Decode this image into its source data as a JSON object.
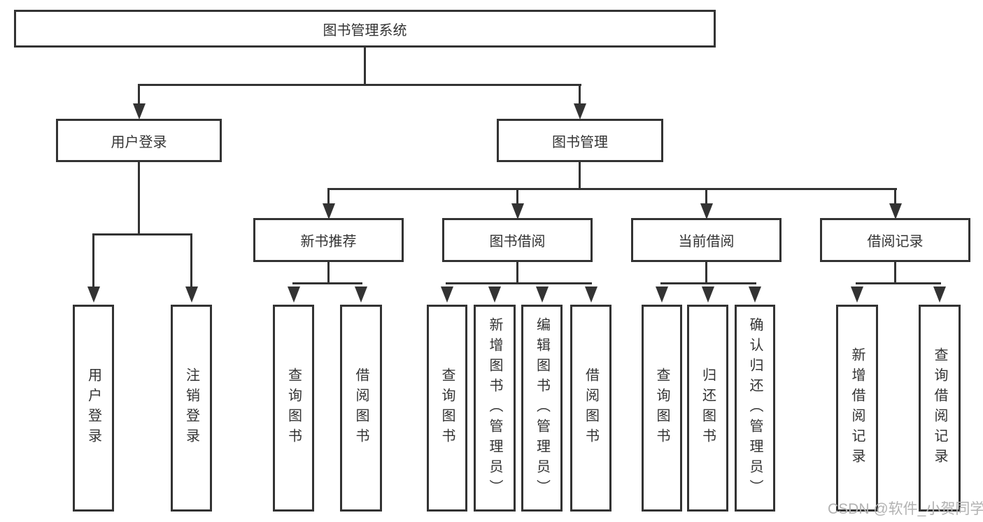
{
  "root": {
    "label": "图书管理系统"
  },
  "branches": {
    "user_login": {
      "label": "用户登录",
      "leaves": [
        {
          "label": "用户登录"
        },
        {
          "label": "注销登录"
        }
      ]
    },
    "book_mgmt": {
      "label": "图书管理",
      "groups": [
        {
          "label": "新书推荐",
          "leaves": [
            {
              "label": "查询图书"
            },
            {
              "label": "借阅图书"
            }
          ]
        },
        {
          "label": "图书借阅",
          "leaves": [
            {
              "label": "查询图书"
            },
            {
              "label": "新增图书（管理员）"
            },
            {
              "label": "编辑图书（管理员）"
            },
            {
              "label": "借阅图书"
            }
          ]
        },
        {
          "label": "当前借阅",
          "leaves": [
            {
              "label": "查询图书"
            },
            {
              "label": "归还图书"
            },
            {
              "label": "确认归还（管理员）"
            }
          ]
        },
        {
          "label": "借阅记录",
          "leaves": [
            {
              "label": "新增借阅记录"
            },
            {
              "label": "查询借阅记录"
            }
          ]
        }
      ]
    }
  },
  "watermark": {
    "text": "CSDN @软件_小贺同学"
  },
  "colors": {
    "line": "#333333",
    "text": "#333333",
    "watermark": "#b2b2b2",
    "background": "#ffffff"
  }
}
